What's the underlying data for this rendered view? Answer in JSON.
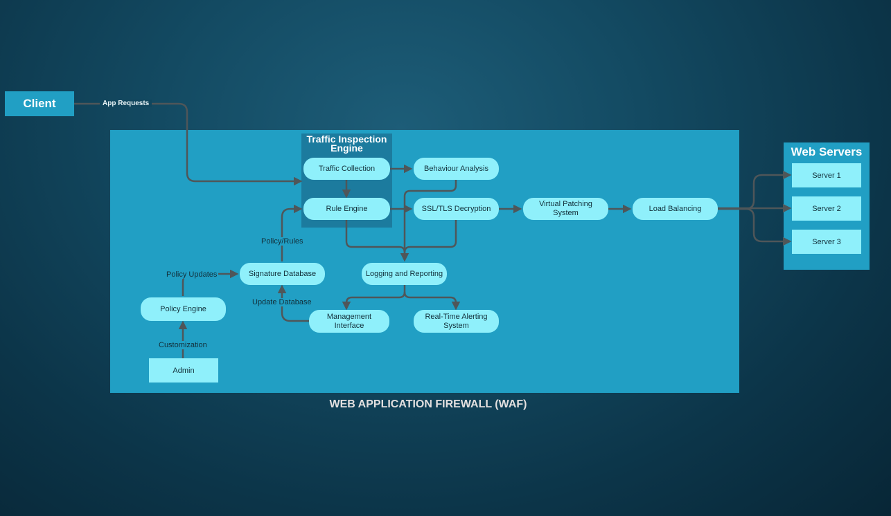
{
  "client": {
    "label": "Client"
  },
  "edge_labels": {
    "app_requests": "App Requests",
    "policy_rules": "Policy/Rules",
    "policy_updates": "Policy Updates",
    "update_database": "Update Database",
    "customization": "Customization"
  },
  "traffic_inspection_engine": {
    "title": "Traffic Inspection Engine",
    "traffic_collection": "Traffic Collection",
    "rule_engine": "Rule Engine"
  },
  "nodes": {
    "behaviour_analysis": "Behaviour Analysis",
    "ssl_tls_decryption": "SSL/TLS Decryption",
    "virtual_patching": "Virtual Patching System",
    "load_balancing": "Load Balancing",
    "signature_database": "Signature Database",
    "logging_reporting": "Logging and Reporting",
    "policy_engine": "Policy Engine",
    "management_interface": "Management Interface",
    "realtime_alerting": "Real-Time Alerting System",
    "admin": "Admin"
  },
  "web_servers": {
    "title": "Web Servers",
    "servers": [
      "Server 1",
      "Server 2",
      "Server 3"
    ]
  },
  "footer": {
    "title": "WEB APPLICATION FIREWALL (WAF)"
  },
  "colors": {
    "panel": "#219fc4",
    "inner_panel": "#1c7b9e",
    "node_fill": "#8ff0fb",
    "connector": "#4f5659"
  }
}
